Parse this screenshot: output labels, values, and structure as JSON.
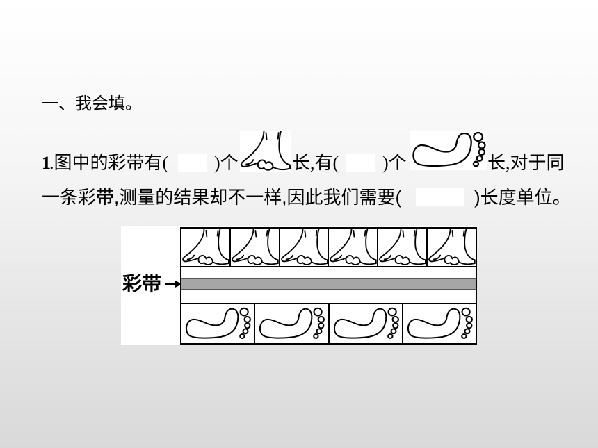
{
  "section": {
    "heading": "一、我会填。"
  },
  "question": {
    "number": "1",
    "line1": [
      ".图中的彩带有(",
      ")个",
      "长,有(",
      ")个",
      "长,对于同"
    ],
    "line2": [
      "一条彩带,测量的结果却不一样,因此我们需要(",
      ")长度单位。"
    ],
    "unit_icons": [
      "hand-span-icon",
      "footprint-icon"
    ]
  },
  "figure": {
    "label": "彩带",
    "arrow_icon": "arrow-right-icon",
    "hand_spans": 6,
    "foot_lengths": 4,
    "ribbon_color": "#a6a6a6"
  }
}
